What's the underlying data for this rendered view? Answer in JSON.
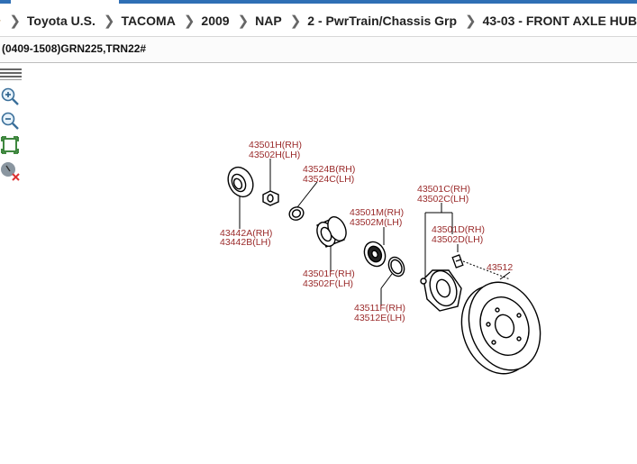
{
  "breadcrumb": {
    "items": [
      {
        "label": "Toyota U.S."
      },
      {
        "label": "TACOMA"
      },
      {
        "label": "2009"
      },
      {
        "label": "NAP"
      },
      {
        "label": "2 - PwrTrain/Chassis Grp"
      },
      {
        "label": "43-03 - FRONT AXLE HUB"
      }
    ]
  },
  "subheader": {
    "text": "(0409-1508)GRN225,TRN22#"
  },
  "toolbar": {
    "icons": [
      "list-icon",
      "zoom-in-icon",
      "zoom-out-icon",
      "fit-screen-icon",
      "clear-tool-icon"
    ]
  },
  "diagram": {
    "labels": {
      "p43501h": "43501H(RH)",
      "p43502h": "43502H(LH)",
      "p43524b": "43524B(RH)",
      "p43524c": "43524C(LH)",
      "p43442a": "43442A(RH)",
      "p43442b": "43442B(LH)",
      "p43501m": "43501M(RH)",
      "p43502m": "43502M(LH)",
      "p43501f": "43501F(RH)",
      "p43502f": "43502F(LH)",
      "p43501c": "43501C(RH)",
      "p43502c": "43502C(LH)",
      "p43501d": "43501D(RH)",
      "p43502d": "43502D(LH)",
      "p43512": "43512",
      "p43511f": "43511F(RH)",
      "p43512e": "43512E(LH)"
    },
    "colors": {
      "label": "#9a2a2a",
      "line": "#000000"
    }
  }
}
